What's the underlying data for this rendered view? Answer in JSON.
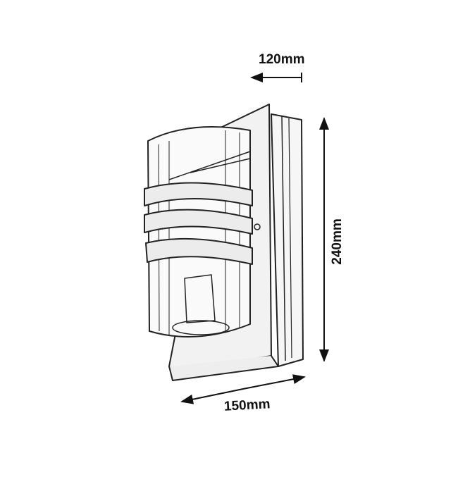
{
  "title": "Wall lamp dimension drawing",
  "dimensions": {
    "depth": "120mm",
    "height": "240mm",
    "width": "150mm"
  },
  "colors": {
    "line": "#111111",
    "background": "#ffffff"
  }
}
